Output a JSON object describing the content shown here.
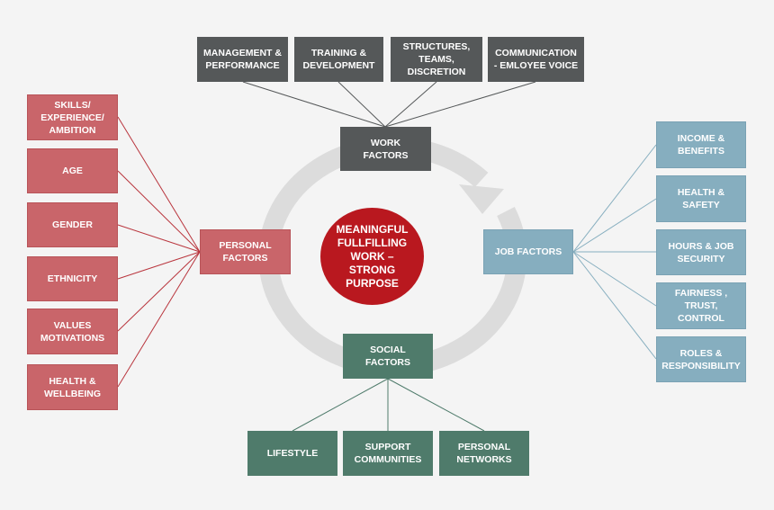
{
  "colors": {
    "work": "#555859",
    "personal": "#c9656a",
    "job": "#86aebf",
    "social": "#4f7b6b",
    "center": "#b9181f",
    "ring": "#dcdcdc"
  },
  "center": {
    "label": "MEANINGFUL\nFULLFILLING\nWORK –\nSTRONG\nPURPOSE"
  },
  "work": {
    "hub": "WORK\nFACTORS",
    "items": [
      "MANAGEMENT &\nPERFORMANCE",
      "TRAINING &\nDEVELOPMENT",
      "STRUCTURES,\nTEAMS,\nDISCRETION",
      "COMMUNICATION\n- EMLOYEE VOICE"
    ]
  },
  "personal": {
    "hub": "PERSONAL\nFACTORS",
    "items": [
      "SKILLS/\nEXPERIENCE/\nAMBITION",
      "AGE",
      "GENDER",
      "ETHNICITY",
      "VALUES\nMOTIVATIONS",
      "HEALTH &\nWELLBEING"
    ]
  },
  "job": {
    "hub": "JOB FACTORS",
    "items": [
      "INCOME &\nBENEFITS",
      "HEALTH  &\nSAFETY",
      "HOURS & JOB\nSECURITY",
      "FAIRNESS ,\nTRUST,\nCONTROL",
      "ROLES &\nRESPONSIBILITY"
    ]
  },
  "social": {
    "hub": "SOCIAL\nFACTORS",
    "items": [
      "LIFESTYLE",
      "SUPPORT\nCOMMUNITIES",
      "PERSONAL\nNETWORKS"
    ]
  }
}
